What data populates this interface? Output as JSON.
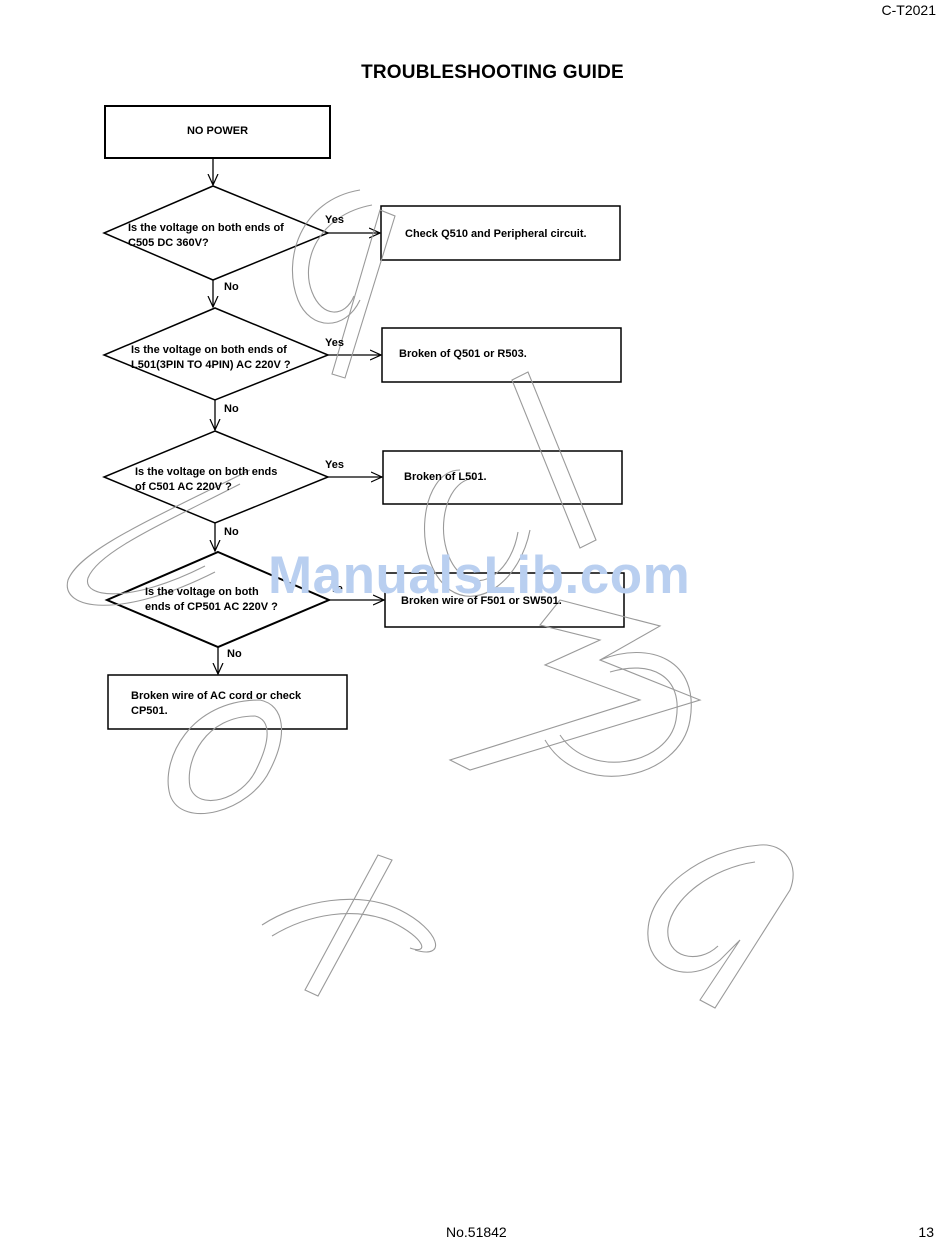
{
  "header": {
    "doc_code": "C-T2021"
  },
  "title": "TROUBLESHOOTING GUIDE",
  "start": {
    "text": "NO POWER"
  },
  "decisions": [
    {
      "text": "Is the voltage on both ends  of\nC505  DC 360V?",
      "yes": "Yes",
      "no": "No"
    },
    {
      "text": "Is the voltage on both ends of\nL501(3PIN TO 4PIN) AC 220V ?",
      "yes": "Yes",
      "no": "No"
    },
    {
      "text": "Is the voltage on both ends\nof  C501  AC 220V ?",
      "yes": "Yes",
      "no": "No"
    },
    {
      "text": "Is the voltage on both\nends of CP501 AC  220V ?",
      "yes": "Ye",
      "no": "No"
    }
  ],
  "results": [
    {
      "text": "Check Q510 and Peripheral circuit."
    },
    {
      "text": "Broken of Q501 or R503."
    },
    {
      "text": "Broken of L501."
    },
    {
      "text": "Broken wire of F501 or SW501."
    },
    {
      "text": "Broken wire of AC cord or check\nCP501."
    }
  ],
  "watermark": {
    "text": "ManualsLib.com",
    "color": "#b9cff0"
  },
  "footer": {
    "doc_no": "No.51842",
    "page": "13"
  }
}
